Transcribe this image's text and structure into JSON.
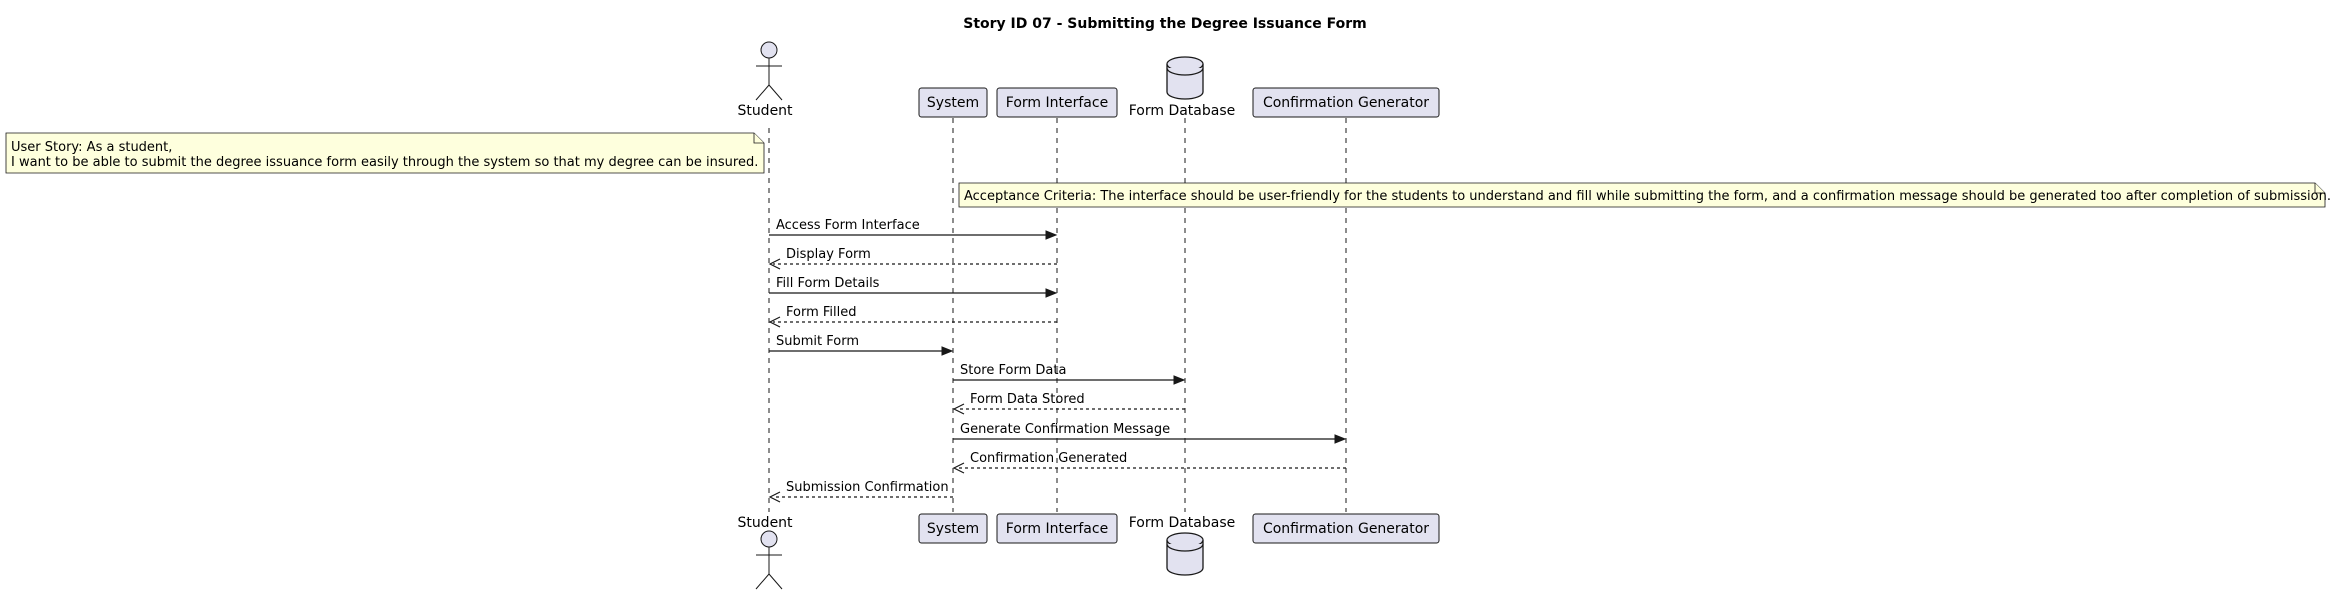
{
  "title": "Story ID 07 - Submitting the Degree Issuance Form",
  "participants": [
    {
      "id": "student",
      "kind": "actor",
      "label": "Student"
    },
    {
      "id": "system",
      "kind": "participant",
      "label": "System"
    },
    {
      "id": "form_interface",
      "kind": "participant",
      "label": "Form Interface"
    },
    {
      "id": "form_database",
      "kind": "database",
      "label": "Form Database"
    },
    {
      "id": "confirmation_generator",
      "kind": "participant",
      "label": "Confirmation Generator"
    }
  ],
  "notes": [
    {
      "id": "user_story",
      "over": "student",
      "side": "left",
      "lines": [
        "User Story: As a student,",
        "I want to be able to submit the degree issuance form easily through the system so that my degree can be insured."
      ]
    },
    {
      "id": "acceptance_criteria",
      "over": "system",
      "side": "right",
      "lines": [
        "Acceptance Criteria: The interface should be user-friendly for the students to understand and fill while submitting the form, and a confirmation message should be generated too after completion of submission."
      ]
    }
  ],
  "messages": [
    {
      "from": "student",
      "to": "form_interface",
      "label": "Access Form Interface",
      "style": "solid"
    },
    {
      "from": "form_interface",
      "to": "student",
      "label": "Display Form",
      "style": "dashed"
    },
    {
      "from": "student",
      "to": "form_interface",
      "label": "Fill Form Details",
      "style": "solid"
    },
    {
      "from": "form_interface",
      "to": "student",
      "label": "Form Filled",
      "style": "dashed"
    },
    {
      "from": "student",
      "to": "system",
      "label": "Submit Form",
      "style": "solid"
    },
    {
      "from": "system",
      "to": "form_database",
      "label": "Store Form Data",
      "style": "solid"
    },
    {
      "from": "form_database",
      "to": "system",
      "label": "Form Data Stored",
      "style": "dashed"
    },
    {
      "from": "system",
      "to": "confirmation_generator",
      "label": "Generate Confirmation Message",
      "style": "solid"
    },
    {
      "from": "confirmation_generator",
      "to": "system",
      "label": "Confirmation Generated",
      "style": "dashed"
    },
    {
      "from": "system",
      "to": "student",
      "label": "Submission Confirmation",
      "style": "dashed"
    }
  ],
  "colors": {
    "participant_fill": "#E2E2F0",
    "note_fill": "#FEFFDD",
    "line": "#181818"
  }
}
